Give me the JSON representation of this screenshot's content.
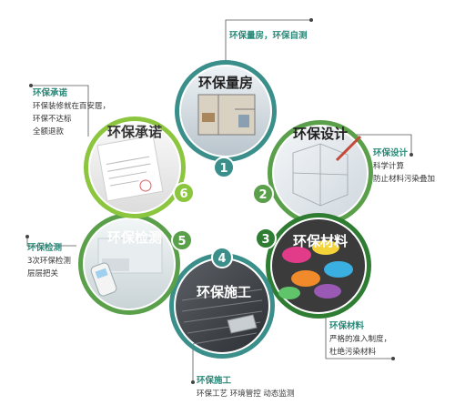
{
  "colors": {
    "teal": "#3b8f8a",
    "green": "#6aa84f",
    "dark_green": "#2e7d32",
    "line": "#555555"
  },
  "steps": [
    {
      "number": "1",
      "title": "环保量房",
      "callout_title": "环保量房，环保自测",
      "callout_lines": []
    },
    {
      "number": "2",
      "title": "环保设计",
      "callout_title": "环保设计",
      "callout_lines": [
        "科学计算",
        "防止材料污染叠加"
      ]
    },
    {
      "number": "3",
      "title": "环保材料",
      "callout_title": "环保材料",
      "callout_lines": [
        "严格的准入制度，",
        "杜绝污染材料"
      ]
    },
    {
      "number": "4",
      "title": "环保施工",
      "callout_title": "环保施工",
      "callout_lines": [
        "环保工艺 环境管控 动态监测"
      ]
    },
    {
      "number": "5",
      "title": "环保检测",
      "callout_title": "环保检测",
      "callout_lines": [
        "3次环保检测",
        "层层把关"
      ]
    },
    {
      "number": "6",
      "title": "环保承诺",
      "callout_title": "环保承诺",
      "callout_lines": [
        "环保装修就在百安居，",
        "环保不达标",
        "全额退款"
      ]
    }
  ]
}
